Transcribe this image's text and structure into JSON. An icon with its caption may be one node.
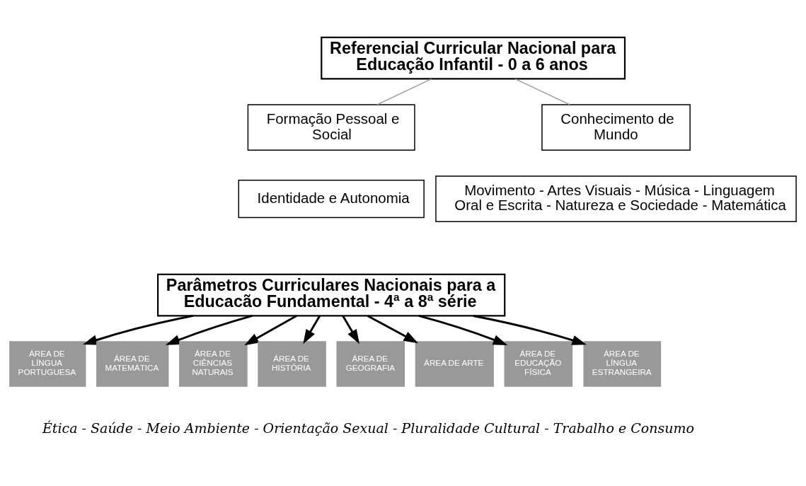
{
  "diagram": {
    "nodes": [
      {
        "text": [
          "Referencial Curricular Nacional para Educação Infantil - 0 a 6 anos"
        ]
      },
      {
        "text": [
          "Formação Pessoal e Social"
        ]
      },
      {
        "text": [
          "Conhecimento de Mundo"
        ]
      },
      {
        "text": [
          "Identidade e Autonomia"
        ]
      },
      {
        "text": [
          "Movimento - Artes Visuais - Música - Linguagem Oral e Escrita - Natureza e Sociedade - Matemática"
        ]
      },
      {
        "text": [
          "Parâmetros Curriculares Nacionais para a Educacão Fundamental - 4ª a 8ª série"
        ]
      },
      {
        "text": [
          "ÁREA DE LÍNGUA PORTUGUESA"
        ]
      },
      {
        "text": [
          "ÁREA DE MATEMÁTICA"
        ]
      },
      {
        "text": [
          "ÁREA DE CIÊNCIAS NATURAIS"
        ]
      },
      {
        "text": [
          "ÁREA DE HISTÓRIA"
        ]
      },
      {
        "text": [
          "ÁREA DE GEOGRAFIA"
        ]
      },
      {
        "text": [
          "ÁREA DE ARTE"
        ]
      },
      {
        "text": [
          "ÁREA DE EDUCAÇÃO FÍSICA"
        ]
      },
      {
        "text": [
          "ÁREA DE LÍNGUA ESTRANGEIRA"
        ]
      }
    ],
    "edges": [
      {
        "from": 0,
        "to": 1,
        "arrow": "none",
        "color": "#999999"
      },
      {
        "from": 0,
        "to": 2,
        "arrow": "none",
        "color": "#999999"
      },
      {
        "from": 5,
        "to": 6,
        "arrow": "to"
      },
      {
        "from": 5,
        "to": 7,
        "arrow": "to"
      },
      {
        "from": 5,
        "to": 8,
        "arrow": "to"
      },
      {
        "from": 5,
        "to": 9,
        "arrow": "to"
      },
      {
        "from": 5,
        "to": 10,
        "arrow": "to"
      },
      {
        "from": 5,
        "to": 11,
        "arrow": "to"
      },
      {
        "from": 5,
        "to": 12,
        "arrow": "to"
      },
      {
        "from": 5,
        "to": 13,
        "arrow": "to"
      }
    ],
    "labels": [
      "Ética - Saúde - Meio Ambiente - Orientação Sexual - Pluralidade Cultural - Trabalho e Consumo"
    ]
  }
}
